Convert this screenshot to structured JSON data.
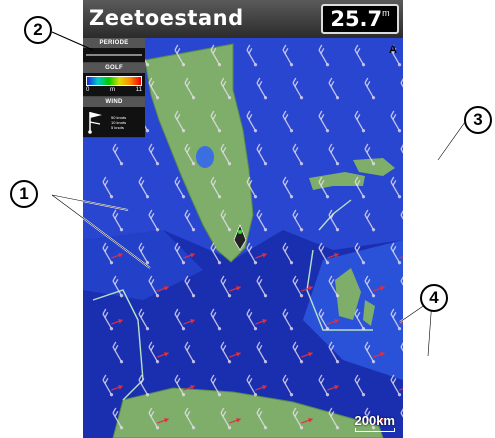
{
  "header": {
    "title": "Zeetoestand",
    "depth_value": "25.7",
    "depth_unit": "m"
  },
  "legend": {
    "period_label": "PERIODE",
    "wave_label": "GOLF",
    "wave_min": "0",
    "wave_unit": "m",
    "wave_max": "11",
    "wind_label": "WIND",
    "wind_entries": [
      "50 knots",
      "10 knots",
      "5 knots"
    ]
  },
  "map": {
    "scale_label": "200km",
    "north_label": "A"
  },
  "callouts": [
    "1",
    "2",
    "3",
    "4"
  ],
  "colors": {
    "deep_water": "#1a2fb0",
    "medium_water": "#2a52d8",
    "land": "#7fae6a",
    "wind_arrow": "#e8e0f0",
    "current_arrow": "#e03040"
  }
}
